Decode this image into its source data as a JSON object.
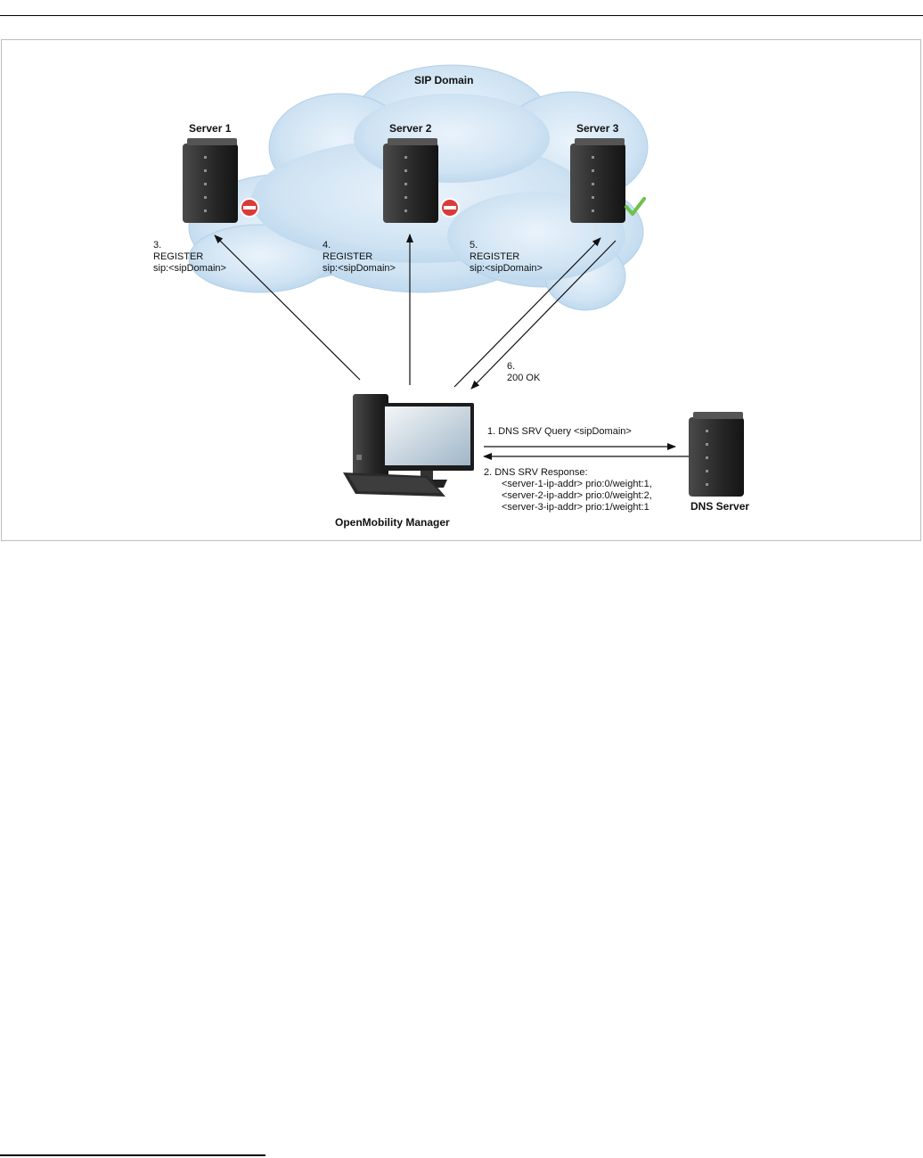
{
  "diagram": {
    "domain_label": "SIP Domain",
    "servers": [
      {
        "name": "Server 1",
        "status": "down"
      },
      {
        "name": "Server 2",
        "status": "down"
      },
      {
        "name": "Server 3",
        "status": "ok"
      }
    ],
    "steps": {
      "step3": {
        "num": "3.",
        "method": "REGISTER",
        "uri": "sip:<sipDomain>"
      },
      "step4": {
        "num": "4.",
        "method": "REGISTER",
        "uri": "sip:<sipDomain>"
      },
      "step5": {
        "num": "5.",
        "method": "REGISTER",
        "uri": "sip:<sipDomain>"
      },
      "step6": {
        "num": "6.",
        "text": "200 OK"
      },
      "step1": "1. DNS SRV Query <sipDomain>",
      "step2": {
        "title": "2. DNS SRV Response:",
        "lines": [
          "<server-1-ip-addr>  prio:0/weight:1,",
          "<server-2-ip-addr>  prio:0/weight:2,",
          "<server-3-ip-addr>  prio:1/weight:1"
        ]
      }
    },
    "client_label": "OpenMobility Manager",
    "dns_label": "DNS Server",
    "colors": {
      "cloud": "#cfe3f3",
      "cloud_edge": "#a9c9e2",
      "server_body": "#2e2e2e",
      "stop": "#d93a3a",
      "check": "#6cc24a"
    }
  }
}
